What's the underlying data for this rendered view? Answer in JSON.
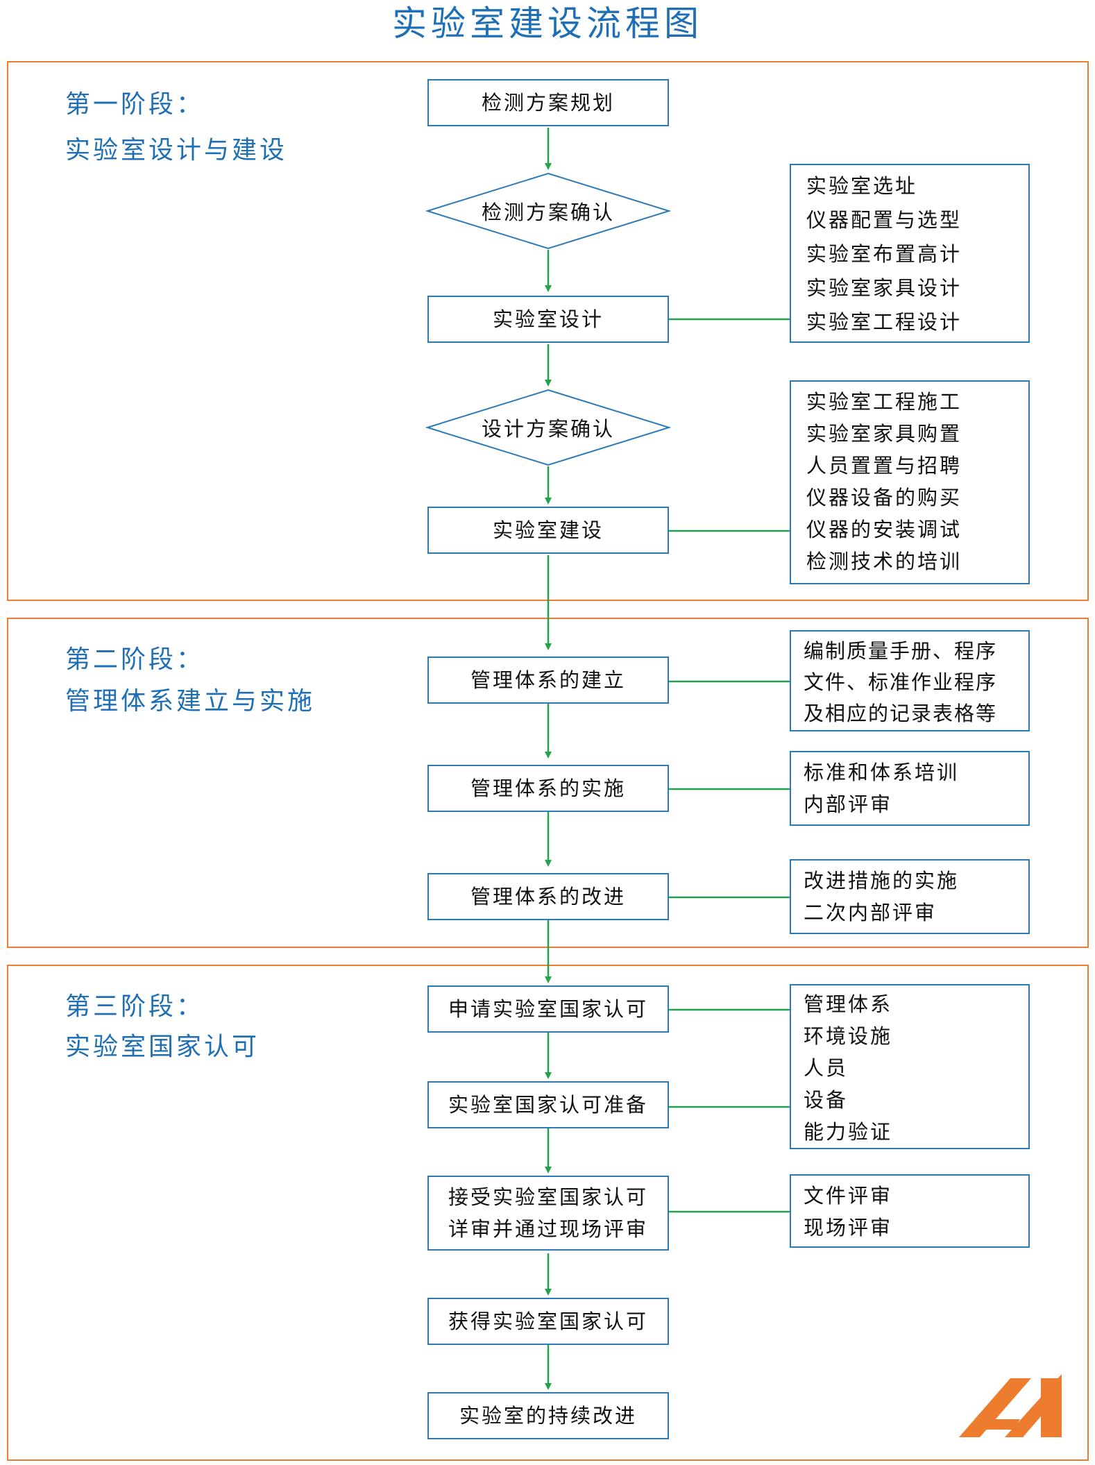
{
  "title": "实验室建设流程图",
  "colors": {
    "accent": "#1e6fb5",
    "stage_border": "#ee7c2f",
    "arrow": "#22a34a",
    "box_border": "#2a7ab9",
    "logo": "#ee7c2f"
  },
  "stages": [
    {
      "label_line1": "第一阶段：",
      "label_line2": "实验室设计与建设"
    },
    {
      "label_line1": "第二阶段：",
      "label_line2": "管理体系建立与实施"
    },
    {
      "label_line1": "第三阶段：",
      "label_line2": "实验室国家认可"
    }
  ],
  "steps": {
    "s1": "检测方案规划",
    "d1": "检测方案确认",
    "s2": "实验室设计",
    "d2": "设计方案确认",
    "s3": "实验室建设",
    "s4": "管理体系的建立",
    "s5": "管理体系的实施",
    "s6": "管理体系的改进",
    "s7": "申请实验室国家认可",
    "s8": "实验室国家认可准备",
    "s9_line1": "接受实验室国家认可",
    "s9_line2": "详审并通过现场评审",
    "s10": "获得实验室国家认可",
    "s11": "实验室的持续改进"
  },
  "details": {
    "design": [
      "实验室选址",
      "仪器配置与选型",
      "实验室布置高计",
      "实验室家具设计",
      "实验室工程设计"
    ],
    "build": [
      "实验室工程施工",
      "实验室家具购置",
      "人员置置与招聘",
      "仪器设备的购买",
      "仪器的安装调试",
      "检测技术的培训"
    ],
    "mgmt_build": [
      "编制质量手册、程序",
      "文件、标准作业程序",
      "及相应的记录表格等"
    ],
    "mgmt_impl": [
      "标准和体系培训",
      "内部评审"
    ],
    "mgmt_improve": [
      "改进措施的实施",
      "二次内部评审"
    ],
    "accred_prep": [
      "管理体系",
      "环境设施",
      "人员",
      "设备",
      "能力验证"
    ],
    "review": [
      "文件评审",
      "现场评审"
    ]
  }
}
